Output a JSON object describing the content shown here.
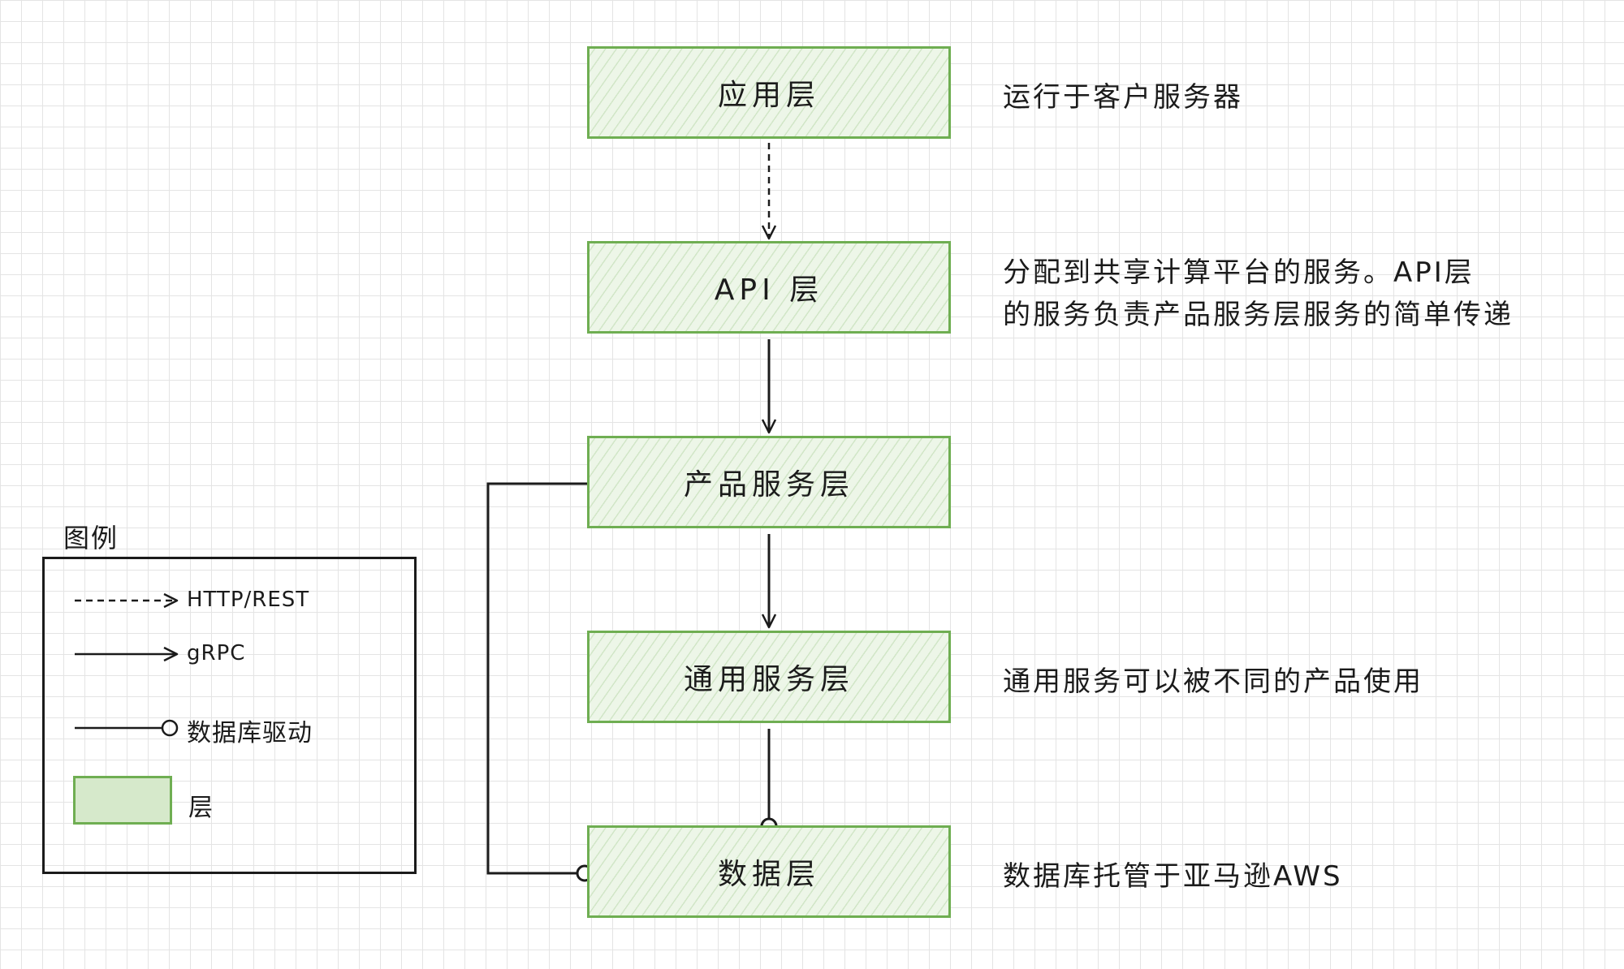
{
  "colors": {
    "layer_border": "#6fae52",
    "layer_fill": "#edf6e8",
    "legend_swatch_fill": "#d6e9cb",
    "line": "#1b1b1b",
    "grid": "#e4e4e4"
  },
  "layers": [
    {
      "id": "app",
      "label": "应用层"
    },
    {
      "id": "api",
      "label": "API 层"
    },
    {
      "id": "product",
      "label": "产品服务层"
    },
    {
      "id": "common",
      "label": "通用服务层"
    },
    {
      "id": "data",
      "label": "数据层"
    }
  ],
  "descriptions": {
    "app": "运行于客户服务器",
    "api_line1": "分配到共享计算平台的服务。API层",
    "api_line2": "的服务负责产品服务层服务的简单传递",
    "common": "通用服务可以被不同的产品使用",
    "data": "数据库托管于亚马逊AWS"
  },
  "connections": [
    {
      "from": "app",
      "to": "api",
      "type": "http-rest"
    },
    {
      "from": "api",
      "to": "product",
      "type": "grpc"
    },
    {
      "from": "product",
      "to": "common",
      "type": "grpc"
    },
    {
      "from": "common",
      "to": "data",
      "type": "db-driver"
    },
    {
      "from": "product",
      "to": "data",
      "type": "db-driver"
    }
  ],
  "legend": {
    "title": "图例",
    "items": [
      {
        "type": "http-rest",
        "label": "HTTP/REST"
      },
      {
        "type": "grpc",
        "label": "gRPC"
      },
      {
        "type": "db-driver",
        "label": "数据库驱动"
      },
      {
        "type": "layer",
        "label": "层"
      }
    ]
  }
}
